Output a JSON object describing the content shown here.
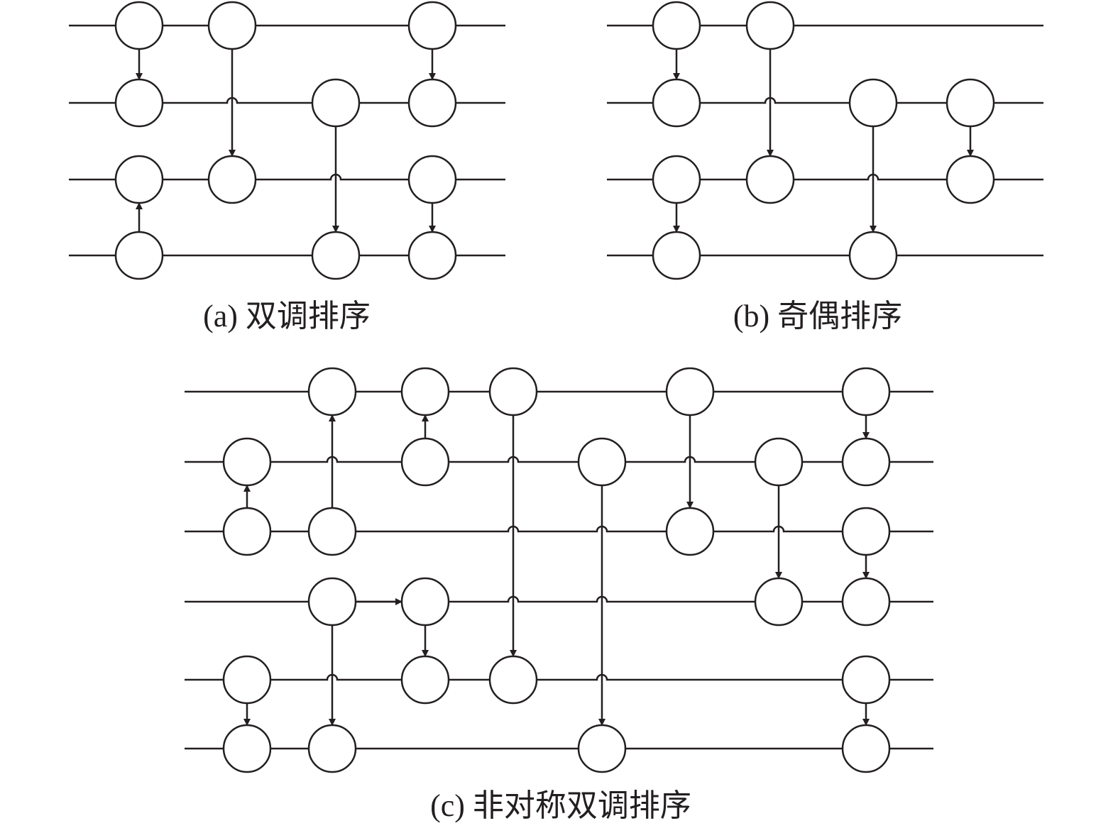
{
  "panels": [
    {
      "id": "a",
      "caption": "(a)  双调排序",
      "wires": 4,
      "comparators": [
        {
          "col": 0,
          "from": 0,
          "to": 1
        },
        {
          "col": 0,
          "from": 3,
          "to": 2
        },
        {
          "col": 1,
          "from": 0,
          "to": 2
        },
        {
          "col": 2,
          "from": 1,
          "to": 3
        },
        {
          "col": 3,
          "from": 0,
          "to": 1
        },
        {
          "col": 3,
          "from": 2,
          "to": 3
        }
      ],
      "horizontal_arrows": []
    },
    {
      "id": "b",
      "caption": "(b)  奇偶排序",
      "wires": 4,
      "comparators": [
        {
          "col": 0,
          "from": 0,
          "to": 1
        },
        {
          "col": 0,
          "from": 2,
          "to": 3
        },
        {
          "col": 1,
          "from": 0,
          "to": 2
        },
        {
          "col": 2,
          "from": 1,
          "to": 3
        },
        {
          "col": 3,
          "from": 1,
          "to": 2
        }
      ],
      "horizontal_arrows": []
    },
    {
      "id": "c",
      "caption": "(c)  非对称双调排序",
      "wires": 6,
      "comparators": [
        {
          "col": 0,
          "from": 2,
          "to": 1
        },
        {
          "col": 0,
          "from": 4,
          "to": 5
        },
        {
          "col": 1,
          "from": 2,
          "to": 0
        },
        {
          "col": 1,
          "from": 3,
          "to": 5
        },
        {
          "col": 2,
          "from": 1,
          "to": 0
        },
        {
          "col": 2,
          "from": 3,
          "to": 4
        },
        {
          "col": 3,
          "from": 0,
          "to": 4
        },
        {
          "col": 4,
          "from": 1,
          "to": 5
        },
        {
          "col": 5,
          "from": 0,
          "to": 2
        },
        {
          "col": 6,
          "from": 1,
          "to": 3
        },
        {
          "col": 7,
          "from": 0,
          "to": 1
        },
        {
          "col": 7,
          "from": 2,
          "to": 3
        },
        {
          "col": 7,
          "from": 4,
          "to": 5
        }
      ],
      "horizontal_arrows": [
        {
          "wire": 3,
          "from_col": 1,
          "to_col": 2
        }
      ]
    }
  ],
  "colors": {
    "stroke": "#231f20",
    "node_fill": "#ffffff"
  }
}
